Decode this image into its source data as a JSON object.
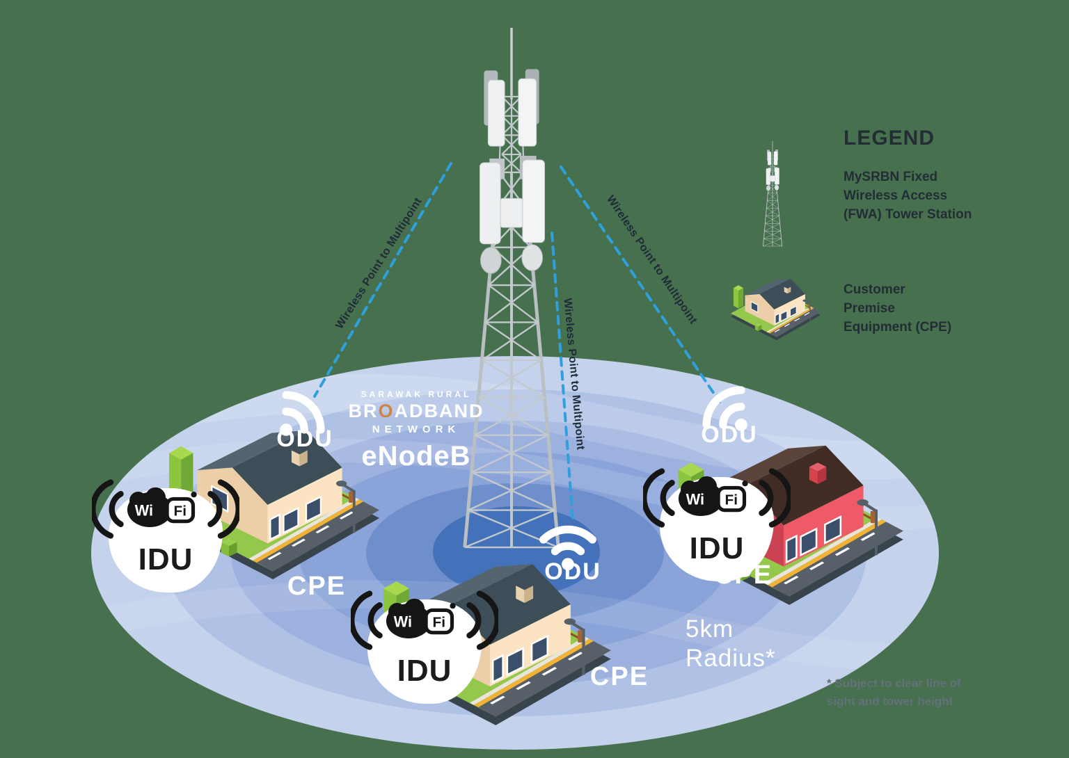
{
  "palette": {
    "background": "#47704f",
    "ring_outer": "#c4d2ec",
    "ring_inner": "#4472ba",
    "dashed_link": "#2da0dd",
    "label_dark": "#1f2b37",
    "text_white": "#ffffff",
    "logo_orange": "#d08344",
    "footnote_gray": "#64707a"
  },
  "logo": {
    "top": "SARAWAK RURAL",
    "brand_pre": "BR",
    "brand_o": "O",
    "brand_post": "ADBAND",
    "bottom": "NETWORK",
    "enodeb": "eNodeB"
  },
  "links": {
    "label": "Wireless Point to Multipoint"
  },
  "equipment": {
    "odu": "ODU",
    "idu": "IDU",
    "cpe": "CPE",
    "wifi_wi": "Wi",
    "wifi_fi": "Fi"
  },
  "coverage": {
    "radius_line1": "5km",
    "radius_line2": "Radius*",
    "footnote_line1": "* Subject to clear line of",
    "footnote_line2": "sight and tower height"
  },
  "legend": {
    "title": "LEGEND",
    "items": [
      {
        "icon": "fwa-tower-icon",
        "lines": [
          "MySRBN Fixed",
          "Wireless Access",
          "(FWA) Tower Station"
        ]
      },
      {
        "icon": "cpe-house-icon",
        "lines": [
          "Customer",
          "Premise",
          "Equipment (CPE)"
        ]
      }
    ]
  }
}
